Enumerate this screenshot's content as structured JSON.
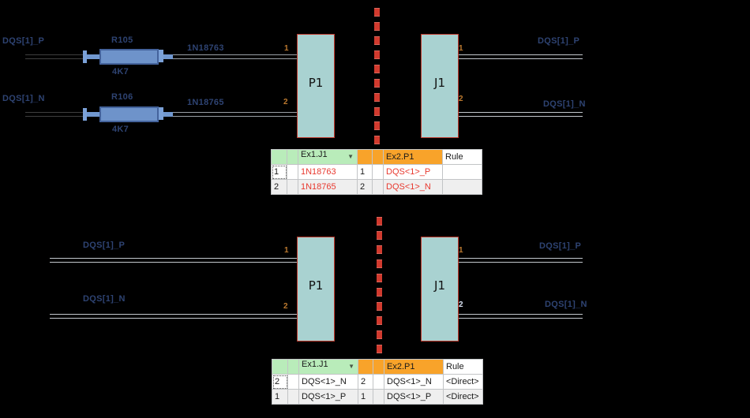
{
  "icons": {
    "dropdown_arrow": "▼"
  },
  "colors": {
    "background": "#000000",
    "connector_fill": "#a9d2d1",
    "connector_border": "#bf3a2d",
    "resistor_blue": "#6e93ca",
    "divider_red": "#d13a2e",
    "header_green": "#b9ecba",
    "header_orange": "#f8a32a",
    "net_red_text": "#e8392f",
    "label_navy": "#2e4372",
    "pin_orange": "#bd7a2f"
  },
  "schematic_top": {
    "left_label_p": "DQS[1]_P",
    "left_label_n": "DQS[1]_N",
    "resistor1": {
      "ref": "R105",
      "value": "4K7"
    },
    "resistor2": {
      "ref": "R106",
      "value": "4K7"
    },
    "net1": "1N18763",
    "net2": "1N18765",
    "connector_left": "P1",
    "connector_right": "J1",
    "p1_pin1": "1",
    "p1_pin2": "2",
    "j1_pin1": "1",
    "j1_pin2": "2",
    "right_label_p": "DQS[1]_P",
    "right_label_n": "DQS[1]_N"
  },
  "mapping_table_top": {
    "header_left": "Ex1.J1",
    "header_right": "Ex2.P1",
    "header_rule": "Rule",
    "rows": [
      {
        "idx": "1",
        "left_net": "1N18763",
        "pin": "1",
        "right_net": "DQS<1>_P",
        "rule": ""
      },
      {
        "idx": "2",
        "left_net": "1N18765",
        "pin": "2",
        "right_net": "DQS<1>_N",
        "rule": ""
      }
    ]
  },
  "schematic_bottom": {
    "left_label_p": "DQS[1]_P",
    "left_label_n": "DQS[1]_N",
    "connector_left": "P1",
    "connector_right": "J1",
    "p1_pin1": "1",
    "p1_pin2": "2",
    "j1_pin1": "1",
    "j1_pin2": "2",
    "right_label_p": "DQS[1]_P",
    "right_label_n": "DQS[1]_N"
  },
  "mapping_table_bottom": {
    "header_left": "Ex1.J1",
    "header_right": "Ex2.P1",
    "header_rule": "Rule",
    "rows": [
      {
        "idx": "2",
        "left_net": "DQS<1>_N",
        "pin": "2",
        "right_net": "DQS<1>_N",
        "rule": "<Direct>"
      },
      {
        "idx": "1",
        "left_net": "DQS<1>_P",
        "pin": "1",
        "right_net": "DQS<1>_P",
        "rule": "<Direct>"
      }
    ]
  }
}
